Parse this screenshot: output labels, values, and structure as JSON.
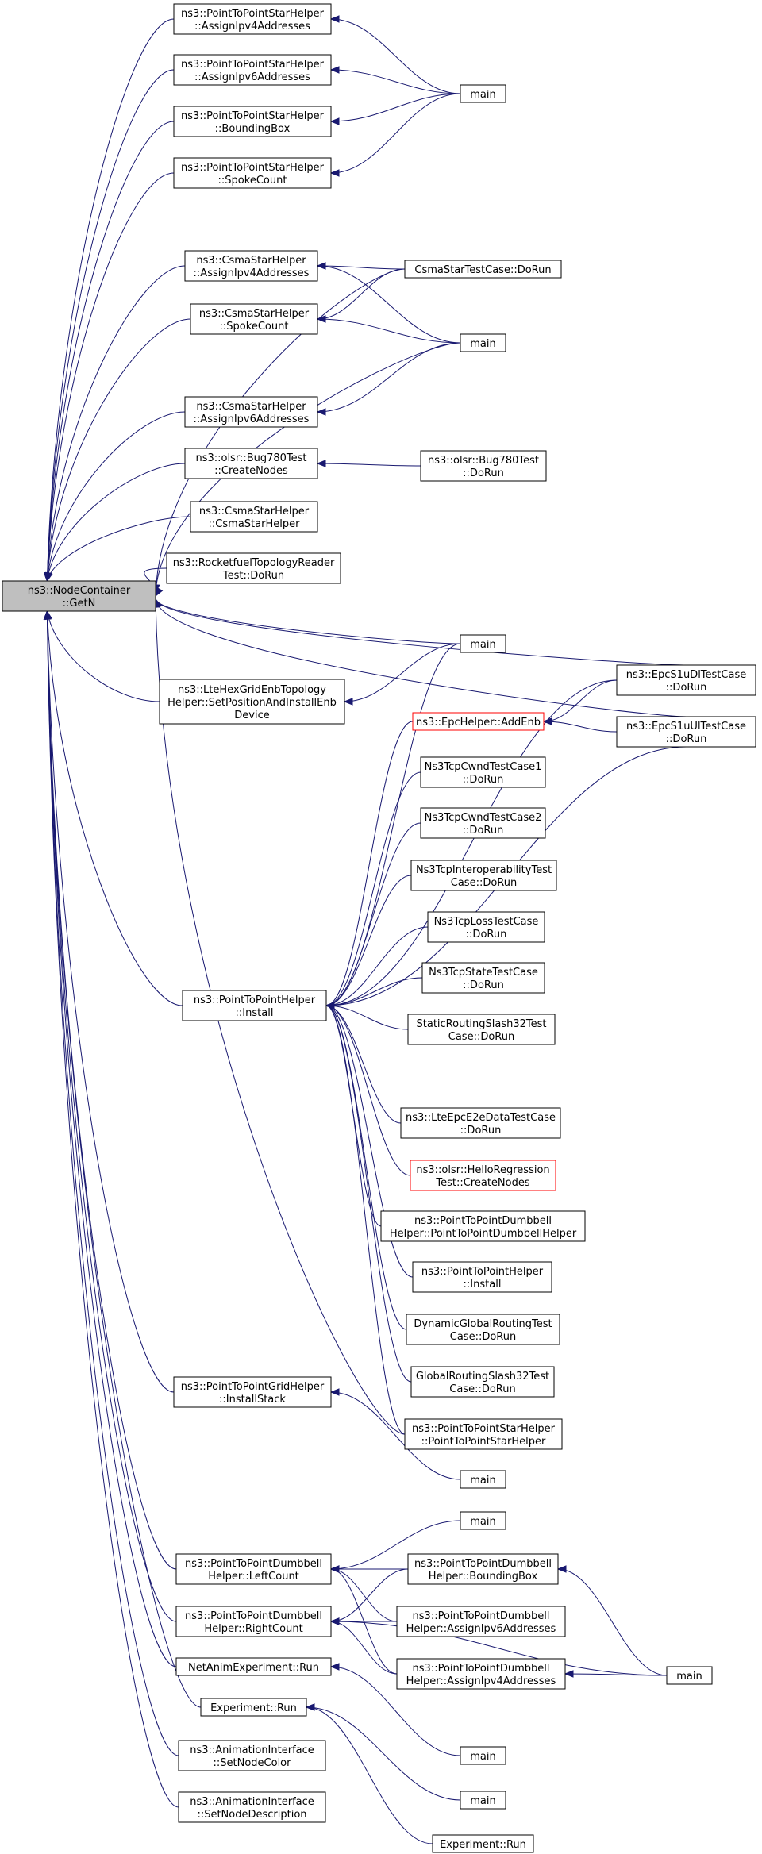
{
  "colors": {
    "edge": "#191970",
    "root_fill": "#bfbfbf",
    "box_border": "#000000",
    "red_border": "#ff0000",
    "background": "#ffffff"
  },
  "nodes": [
    {
      "id": "getn",
      "lines": [
        "ns3::NodeContainer",
        "::GetN"
      ],
      "root": true
    },
    {
      "id": "p2ps_a4",
      "lines": [
        "ns3::PointToPointStarHelper",
        "::AssignIpv4Addresses"
      ]
    },
    {
      "id": "p2ps_a6",
      "lines": [
        "ns3::PointToPointStarHelper",
        "::AssignIpv6Addresses"
      ]
    },
    {
      "id": "p2ps_bb",
      "lines": [
        "ns3::PointToPointStarHelper",
        "::BoundingBox"
      ]
    },
    {
      "id": "p2ps_sc",
      "lines": [
        "ns3::PointToPointStarHelper",
        "::SpokeCount"
      ]
    },
    {
      "id": "main1",
      "lines": [
        "main"
      ]
    },
    {
      "id": "csma_a4",
      "lines": [
        "ns3::CsmaStarHelper",
        "::AssignIpv4Addresses"
      ]
    },
    {
      "id": "csma_sc",
      "lines": [
        "ns3::CsmaStarHelper",
        "::SpokeCount"
      ]
    },
    {
      "id": "csma_a6",
      "lines": [
        "ns3::CsmaStarHelper",
        "::AssignIpv6Addresses"
      ]
    },
    {
      "id": "csma_tc",
      "lines": [
        "CsmaStarTestCase::DoRun"
      ]
    },
    {
      "id": "main2",
      "lines": [
        "main"
      ]
    },
    {
      "id": "olsr_cn",
      "lines": [
        "ns3::olsr::Bug780Test",
        "::CreateNodes"
      ]
    },
    {
      "id": "olsr_dr",
      "lines": [
        "ns3::olsr::Bug780Test",
        "::DoRun"
      ]
    },
    {
      "id": "csma_ctor",
      "lines": [
        "ns3::CsmaStarHelper",
        "::CsmaStarHelper"
      ]
    },
    {
      "id": "rocket",
      "lines": [
        "ns3::RocketfuelTopologyReader",
        "Test::DoRun"
      ]
    },
    {
      "id": "epc_dl",
      "lines": [
        "ns3::EpcS1uDlTestCase",
        "::DoRun"
      ]
    },
    {
      "id": "epc_ul",
      "lines": [
        "ns3::EpcS1uUlTestCase",
        "::DoRun"
      ]
    },
    {
      "id": "ltehex",
      "lines": [
        "ns3::LteHexGridEnbTopology",
        "Helper::SetPositionAndInstallEnb",
        "Device"
      ]
    },
    {
      "id": "main3",
      "lines": [
        "main"
      ]
    },
    {
      "id": "epc_add",
      "lines": [
        "ns3::EpcHelper::AddEnb"
      ],
      "red": true
    },
    {
      "id": "cwnd1",
      "lines": [
        "Ns3TcpCwndTestCase1",
        "::DoRun"
      ]
    },
    {
      "id": "cwnd2",
      "lines": [
        "Ns3TcpCwndTestCase2",
        "::DoRun"
      ]
    },
    {
      "id": "interop",
      "lines": [
        "Ns3TcpInteroperabilityTest",
        "Case::DoRun"
      ]
    },
    {
      "id": "loss",
      "lines": [
        "Ns3TcpLossTestCase",
        "::DoRun"
      ]
    },
    {
      "id": "state",
      "lines": [
        "Ns3TcpStateTestCase",
        "::DoRun"
      ]
    },
    {
      "id": "p2p_install",
      "lines": [
        "ns3::PointToPointHelper",
        "::Install"
      ]
    },
    {
      "id": "static32",
      "lines": [
        "StaticRoutingSlash32Test",
        "Case::DoRun"
      ]
    },
    {
      "id": "lte_e2e",
      "lines": [
        "ns3::LteEpcE2eDataTestCase",
        "::DoRun"
      ]
    },
    {
      "id": "olsr_hello",
      "lines": [
        "ns3::olsr::HelloRegression",
        "Test::CreateNodes"
      ],
      "red": true
    },
    {
      "id": "db_ctor",
      "lines": [
        "ns3::PointToPointDumbbell",
        "Helper::PointToPointDumbbellHelper"
      ]
    },
    {
      "id": "p2p_install2",
      "lines": [
        "ns3::PointToPointHelper",
        "::Install"
      ]
    },
    {
      "id": "dyn_global",
      "lines": [
        "DynamicGlobalRoutingTest",
        "Case::DoRun"
      ]
    },
    {
      "id": "global32",
      "lines": [
        "GlobalRoutingSlash32Test",
        "Case::DoRun"
      ]
    },
    {
      "id": "grid_is",
      "lines": [
        "ns3::PointToPointGridHelper",
        "::InstallStack"
      ]
    },
    {
      "id": "star_ctor",
      "lines": [
        "ns3::PointToPointStarHelper",
        "::PointToPointStarHelper"
      ]
    },
    {
      "id": "main4",
      "lines": [
        "main"
      ]
    },
    {
      "id": "main5",
      "lines": [
        "main"
      ]
    },
    {
      "id": "db_lc",
      "lines": [
        "ns3::PointToPointDumbbell",
        "Helper::LeftCount"
      ]
    },
    {
      "id": "db_bb",
      "lines": [
        "ns3::PointToPointDumbbell",
        "Helper::BoundingBox"
      ]
    },
    {
      "id": "db_rc",
      "lines": [
        "ns3::PointToPointDumbbell",
        "Helper::RightCount"
      ]
    },
    {
      "id": "db_a6",
      "lines": [
        "ns3::PointToPointDumbbell",
        "Helper::AssignIpv6Addresses"
      ]
    },
    {
      "id": "main6",
      "lines": [
        "main"
      ]
    },
    {
      "id": "db_a4",
      "lines": [
        "ns3::PointToPointDumbbell",
        "Helper::AssignIpv4Addresses"
      ]
    },
    {
      "id": "netanim",
      "lines": [
        "NetAnimExperiment::Run"
      ]
    },
    {
      "id": "exp_run",
      "lines": [
        "Experiment::Run"
      ]
    },
    {
      "id": "main7",
      "lines": [
        "main"
      ]
    },
    {
      "id": "anim_color",
      "lines": [
        "ns3::AnimationInterface",
        "::SetNodeColor"
      ]
    },
    {
      "id": "main8",
      "lines": [
        "main"
      ]
    },
    {
      "id": "anim_desc",
      "lines": [
        "ns3::AnimationInterface",
        "::SetNodeDescription"
      ]
    },
    {
      "id": "exp_run2",
      "lines": [
        "Experiment::Run"
      ]
    }
  ]
}
